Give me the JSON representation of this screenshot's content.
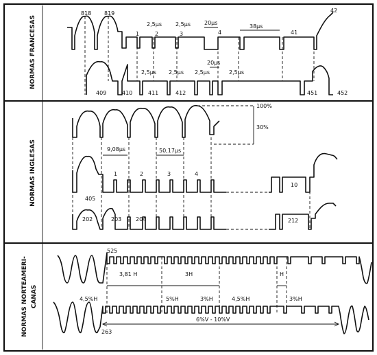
{
  "sections": {
    "french": {
      "title": "NORMAS FRANCESAS"
    },
    "english": {
      "title": "NORMAS INGLESAS"
    },
    "north_american": {
      "title_line1": "NORMAS NORTEAMERI-",
      "title_line2": "CANAS"
    }
  },
  "french": {
    "row1": {
      "l1": "818",
      "l2": "819",
      "l3": "1",
      "l4": "2,5µs",
      "l5": "2",
      "l6": "2,5µs",
      "l7": "3",
      "l8": "20µs",
      "l9": "4",
      "l10": "38µs",
      "l11": "41",
      "l12": "42"
    },
    "row2": {
      "l1": "409",
      "l2": "410",
      "l3": "2,5µs",
      "l4": "411",
      "l5": "2,5µs",
      "l6": "412",
      "l7": "2,5µs",
      "l8": "20µs",
      "l9": "2,5µs",
      "l10": "451",
      "l11": "452"
    }
  },
  "english": {
    "pct100": "100%",
    "pct30": "30%",
    "t1": "9,08µs",
    "t2": "50,17µs",
    "row2": {
      "l1": "405",
      "l2": "1",
      "l3": "2",
      "l4": "3",
      "l5": "4",
      "l6": "10"
    },
    "row3": {
      "l1": "202",
      "l2": "203",
      "l3": "204",
      "l4": "212"
    }
  },
  "north_american": {
    "row1": {
      "l1": "525",
      "l2": "3,81 H",
      "l3": "3H",
      "l4": "H"
    },
    "row2": {
      "l1": "4,5%H",
      "l2": "5%H",
      "l3": "3%H",
      "l4": "4,5%H",
      "l5": "3%H",
      "l6": "6%V - 10%V",
      "l7": "263"
    }
  }
}
